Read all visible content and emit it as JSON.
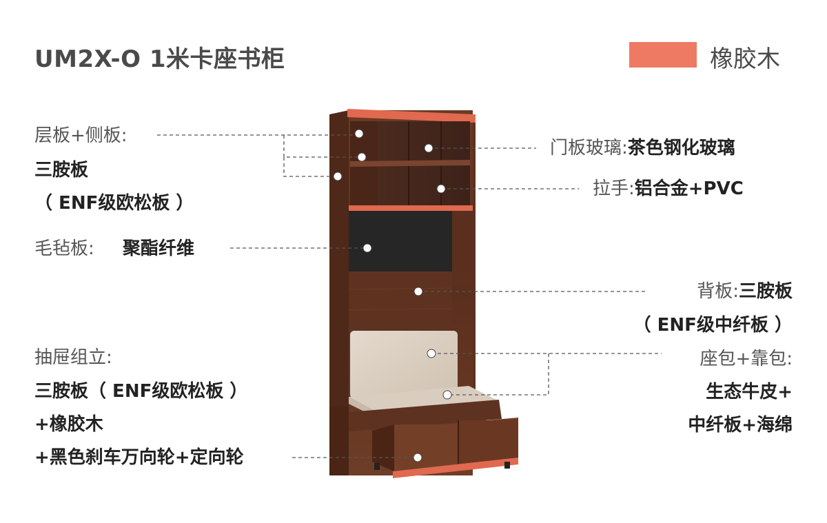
{
  "header": {
    "title": "UM2X-O 1米卡座书柜",
    "material_swatch_label": "橡胶木",
    "material_swatch_color": "#ee7a64"
  },
  "annotations": {
    "shelf_side": {
      "label": "层板+侧板:",
      "line1": "三胺板",
      "line2": "（ ENF级欧松板 ）"
    },
    "felt_board": {
      "label": "毛毡板:",
      "value": "聚酯纤维"
    },
    "drawer": {
      "label": "抽屉组立:",
      "line1": "三胺板（ ENF级欧松板 ）",
      "line2": "+橡胶木",
      "line3": "+黑色刹车万向轮+定向轮"
    },
    "door_glass": {
      "label": "门板玻璃:",
      "value": "茶色钢化玻璃"
    },
    "handle": {
      "label": "拉手:",
      "value": "铝合金+PVC"
    },
    "back_panel": {
      "label": "背板:",
      "value": "三胺板",
      "line2": "（ ENF级中纤板 ）"
    },
    "seat_back": {
      "label": "座包+靠包:",
      "line1": "生态牛皮+",
      "line2": "中纤板+海绵"
    }
  }
}
